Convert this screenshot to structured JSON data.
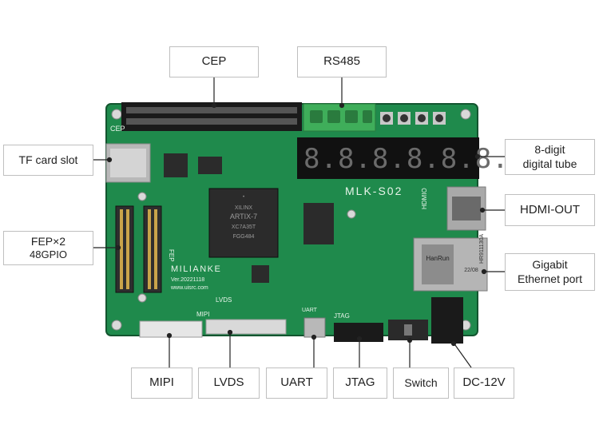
{
  "labels": {
    "cep": "CEP",
    "rs485": "RS485",
    "tf_card": "TF card slot",
    "fep_line1": "FEP×2",
    "fep_line2": "48GPIO",
    "digital_tube_line1": "8-digit",
    "digital_tube_line2": "digital tube",
    "hdmi_out": "HDMI-OUT",
    "ethernet_line1": "Gigabit",
    "ethernet_line2": "Ethernet port",
    "mipi": "MIPI",
    "lvds": "LVDS",
    "uart": "UART",
    "jtag": "JTAG",
    "switch": "Switch",
    "dc": "DC-12V"
  },
  "board": {
    "model": "MLK-S02",
    "brand": "MILIANKE",
    "version": "Ver.20221118",
    "website": "www.uisrc.com",
    "chip_brand": "XILINX",
    "chip_family": "ARTIX-7",
    "chip_part": "XC7A35T",
    "chip_code": "FGG484",
    "eth_brand": "HanRun",
    "eth_part": "HR911130A",
    "eth_date": "22/08",
    "silk_cep": "CEP",
    "silk_hdmi": "HDMIO",
    "silk_lvds": "LVDS",
    "silk_mipi": "MIPI",
    "silk_jtag": "JTAG",
    "silk_uart": "UART",
    "silk_fep": "FEP",
    "tube_digits": "8.8.8.8.8.8.8.8."
  },
  "colors": {
    "pcb": "#1f8a4c",
    "pcb_dark": "#176b3a",
    "connector_green": "#3fae5a",
    "label_border": "#bfbfbf",
    "line": "#222222"
  }
}
